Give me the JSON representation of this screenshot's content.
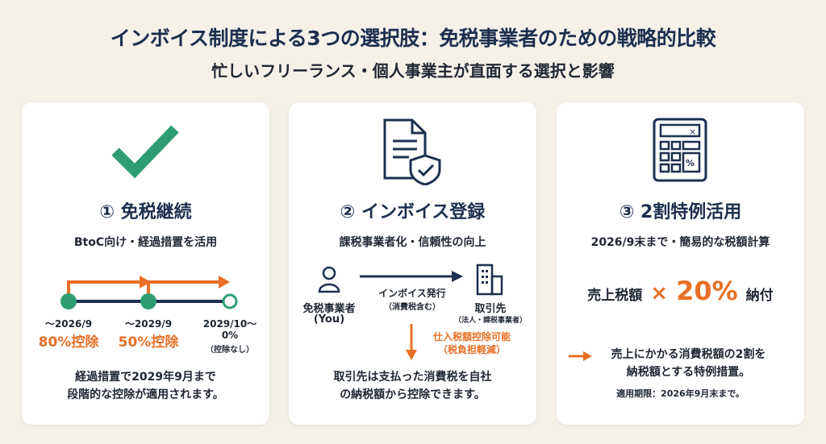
{
  "title": "インボイス制度による3つの選択肢：免税事業者のための戦略的比較",
  "subtitle": "忙しいフリーランス・個人事業主が直面する選択と影響",
  "colors": {
    "navy": "#1d2f4f",
    "green": "#2e9e72",
    "orange": "#e86f25"
  },
  "cards": [
    {
      "icon": "checkmark-icon",
      "heading": "① 免税継続",
      "sub": "BtoC向け・経過措置を活用",
      "timeline": [
        {
          "date": "〜2026/9",
          "value": "80%控除"
        },
        {
          "date": "〜2029/9",
          "value": "50%控除"
        },
        {
          "date": "2029/10〜",
          "value": "0%",
          "note": "（控除なし）"
        }
      ],
      "body": [
        "経過措置で2029年9月まで",
        "段階的な控除が適用されます。"
      ]
    },
    {
      "icon": "document-shield-icon",
      "heading": "② インボイス登録",
      "sub": "課税事業者化・信頼性の向上",
      "you": "免税事業者",
      "you_sub": "(You)",
      "arrow_label": "インボイス発行",
      "arrow_sub": "（消費税含む）",
      "client": "取引先",
      "client_sub": "（法人・課税事業者）",
      "deduction": "仕入税額控除可能",
      "deduction_sub": "（税負担軽減）",
      "body": [
        "取引先は支払った消費税を自社",
        "の納税額から控除できます。"
      ]
    },
    {
      "icon": "calculator-icon",
      "heading": "③ 2割特例活用",
      "sub": "2026/9末まで・簡易的な税額計算",
      "formula_left": "売上税額",
      "formula_op": "×",
      "formula_pct": "20%",
      "formula_right": "納付",
      "body": [
        "売上にかかる消費税額の2割を",
        "納税額とする特例措置。"
      ],
      "note": "適用期限：2026年9月末まで。"
    }
  ]
}
